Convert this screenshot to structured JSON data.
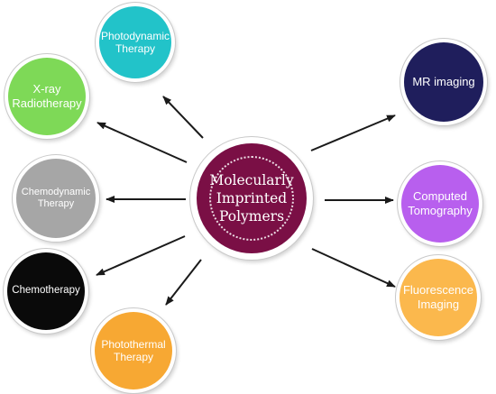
{
  "center": {
    "label": "Molecularly\nImprinted\nPolymers",
    "fill": "#7a0f45",
    "text_color": "#ffffff"
  },
  "therapy_nodes": [
    {
      "id": "photodynamic",
      "label": "Photodynamic\nTherapy",
      "fill": "#22c3c9",
      "text_color": "#ffffff"
    },
    {
      "id": "xray",
      "label": "X-ray\nRadiotherapy",
      "fill": "#7ed957",
      "text_color": "#ffffff"
    },
    {
      "id": "chemodynamic",
      "label": "Chemodynamic\nTherapy",
      "fill": "#a6a6a6",
      "text_color": "#ffffff"
    },
    {
      "id": "chemotherapy",
      "label": "Chemotherapy",
      "fill": "#0a0a0a",
      "text_color": "#ffffff"
    },
    {
      "id": "photothermal",
      "label": "Photothermal\nTherapy",
      "fill": "#f7a833",
      "text_color": "#ffffff"
    }
  ],
  "imaging_nodes": [
    {
      "id": "mr",
      "label": "MR imaging",
      "fill": "#1f1e5c",
      "text_color": "#ffffff"
    },
    {
      "id": "ct",
      "label": "Computed\nTomography",
      "fill": "#b85fee",
      "text_color": "#ffffff"
    },
    {
      "id": "fluorescence",
      "label": "Fluorescence\nImaging",
      "fill": "#fbb84d",
      "text_color": "#ffffff"
    }
  ],
  "arrow_color": "#1a1a1a"
}
